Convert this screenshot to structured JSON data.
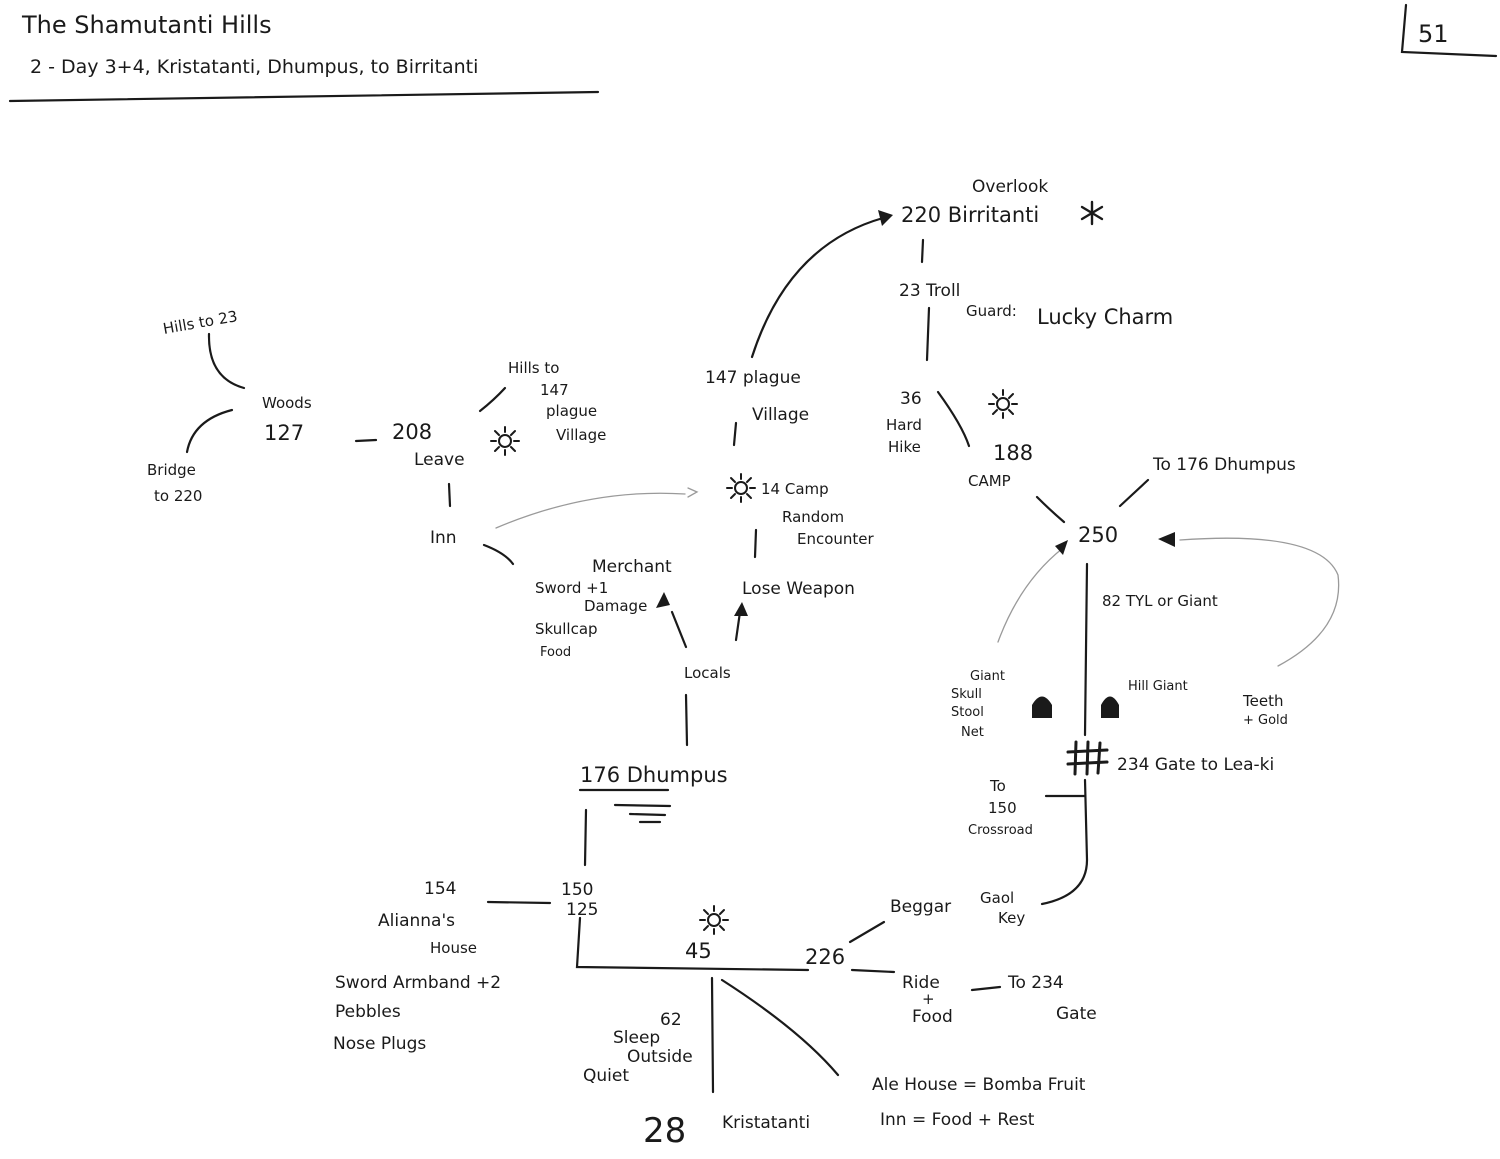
{
  "header": {
    "title": "The Shamutanti Hills",
    "subtitle": "2 - Day 3+4, Kristatanti, Dhumpus, to Birritanti",
    "page_number": "51"
  },
  "nodes": {
    "overlook": "Overlook",
    "birritanti": "220 Birritanti",
    "troll_guard_1": "23 Troll",
    "troll_guard_2": "Guard:",
    "lucky_charm": "Lucky Charm",
    "hills_to_23": "Hills to 23",
    "woods_1": "Woods",
    "woods_2": "127",
    "bridge_1": "Bridge",
    "bridge_2": "to 220",
    "leave_1": "208",
    "leave_2": "Leave",
    "hills_147_1": "Hills to",
    "hills_147_2": "147",
    "hills_147_3": "plague",
    "hills_147_4": "Village",
    "plague_1": "147 plague",
    "plague_2": "Village",
    "camp14_1": "14 Camp",
    "camp14_2": "Random",
    "camp14_3": "Encounter",
    "hard_hike_1": "36",
    "hard_hike_2": "Hard",
    "hard_hike_3": "Hike",
    "camp188_1": "188",
    "camp188_2": "CAMP",
    "to_176": "To  176 Dhumpus",
    "n250": "250",
    "tyl_giant": "82 TYL or Giant",
    "inn": "Inn",
    "merchant_1": "Merchant",
    "merchant_2": "Sword +1",
    "merchant_3": "Damage",
    "merchant_4": "Skullcap",
    "merchant_5": "Food",
    "lose_weapon": "Lose Weapon",
    "locals": "Locals",
    "giant_skull_1": "Giant",
    "giant_skull_2": "Skull",
    "giant_skull_3": "Stool",
    "giant_skull_4": "Net",
    "hill_giant_1": "Hill Giant",
    "hill_giant_2": "Teeth",
    "hill_giant_3": "+ Gold",
    "gate234": "234 Gate to Lea-ki",
    "dhumpus176": "176 Dhumpus",
    "crossroad_1": "To",
    "crossroad_2": "150",
    "crossroad_3": "Crossroad",
    "aliannas_1": "154",
    "aliannas_2": "Alianna's",
    "aliannas_3": "House",
    "n150_1": "150",
    "n150_2": "125",
    "sword_armband": "Sword Armband +2",
    "pebbles": "Pebbles",
    "nose_plugs": "Nose Plugs",
    "n45": "45",
    "beggar": "Beggar",
    "gaol_1": "Gaol",
    "gaol_2": "Key",
    "n226": "226",
    "ride_1": "Ride",
    "ride_2": "+",
    "ride_3": "Food",
    "to234_1": "To 234",
    "to234_2": "Gate",
    "sleep_1": "62",
    "sleep_2": "Sleep",
    "sleep_3": "Outside",
    "sleep_4": "Quiet",
    "ale_house": "Ale House = Bomba Fruit",
    "inn_food": "Inn = Food + Rest",
    "n28": "28",
    "kristatanti": "Kristatanti"
  },
  "icons": {
    "sun": "sun-icon",
    "star": "star-icon",
    "tombstone": "tombstone-icon",
    "gate": "gate-icon"
  }
}
